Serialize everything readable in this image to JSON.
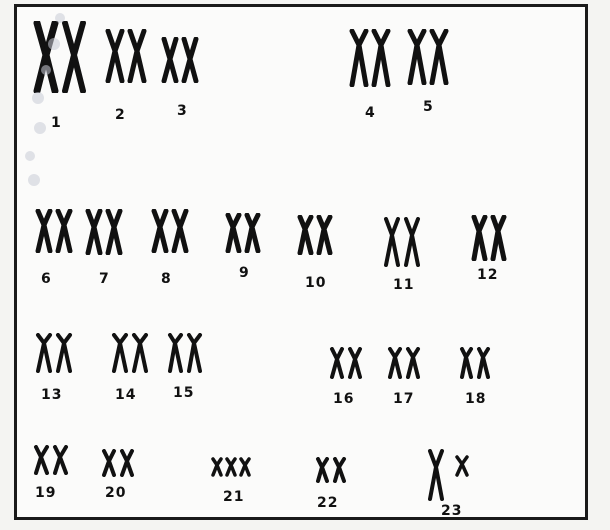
{
  "karyotype": {
    "pairs": [
      {
        "label": "1"
      },
      {
        "label": "2"
      },
      {
        "label": "3"
      },
      {
        "label": "4"
      },
      {
        "label": "5"
      },
      {
        "label": "6"
      },
      {
        "label": "7"
      },
      {
        "label": "8"
      },
      {
        "label": "9"
      },
      {
        "label": "10"
      },
      {
        "label": "11"
      },
      {
        "label": "12"
      },
      {
        "label": "13"
      },
      {
        "label": "14"
      },
      {
        "label": "15"
      },
      {
        "label": "16"
      },
      {
        "label": "17"
      },
      {
        "label": "18"
      },
      {
        "label": "19"
      },
      {
        "label": "20"
      },
      {
        "label": "21"
      },
      {
        "label": "22"
      },
      {
        "label": "23"
      }
    ]
  },
  "colors": {
    "ink": "#111111",
    "paper": "#fbfbfa",
    "watermark": "#c9ccd6"
  }
}
